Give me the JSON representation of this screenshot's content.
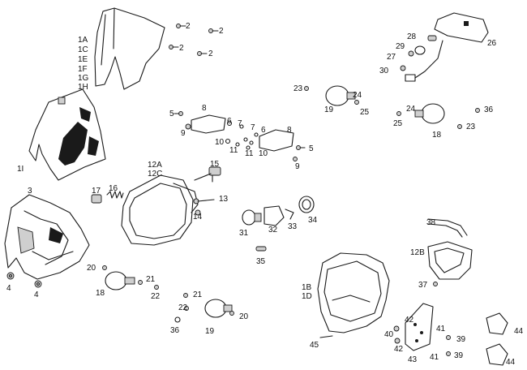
{
  "labels": {
    "p2a": "2",
    "p2b": "2",
    "p2c": "2",
    "p2d": "2",
    "p1a": "1A",
    "p1c": "1C",
    "p1e": "1E",
    "p1f": "1F",
    "p1g": "1G",
    "p1h": "1H",
    "p1i": "1I",
    "p3": "3",
    "p4a": "4",
    "p4b": "4",
    "p5a": "5",
    "p5b": "5",
    "p6a": "6",
    "p6b": "6",
    "p7a": "7",
    "p7b": "7",
    "p8a": "8",
    "p8b": "8",
    "p9a": "9",
    "p9b": "9",
    "p10a": "10",
    "p10b": "10",
    "p11a": "11",
    "p11b": "11",
    "p12a": "12A",
    "p12c": "12C",
    "p12b": "12B",
    "p13": "13",
    "p14": "14",
    "p15": "15",
    "p16": "16",
    "p17": "17",
    "p18a": "18",
    "p18b": "18",
    "p19a": "19",
    "p19b": "19",
    "p20a": "20",
    "p20b": "20",
    "p21a": "21",
    "p21b": "21",
    "p22a": "22",
    "p22b": "22",
    "p23a": "23",
    "p23b": "23",
    "p24a": "24",
    "p24b": "24",
    "p25a": "25",
    "p25b": "25",
    "p26": "26",
    "p27": "27",
    "p28": "28",
    "p29": "29",
    "p30": "30",
    "p31": "31",
    "p32": "32",
    "p33": "33",
    "p34": "34",
    "p35": "35",
    "p36a": "36",
    "p36b": "36",
    "p37": "37",
    "p38": "38",
    "p1b": "1B",
    "p1d": "1D",
    "p39a": "39",
    "p39b": "39",
    "p40": "40",
    "p41a": "41",
    "p41b": "41",
    "p42a": "42",
    "p42b": "42",
    "p43": "43",
    "p44a": "44",
    "p44b": "44",
    "p45": "45"
  }
}
